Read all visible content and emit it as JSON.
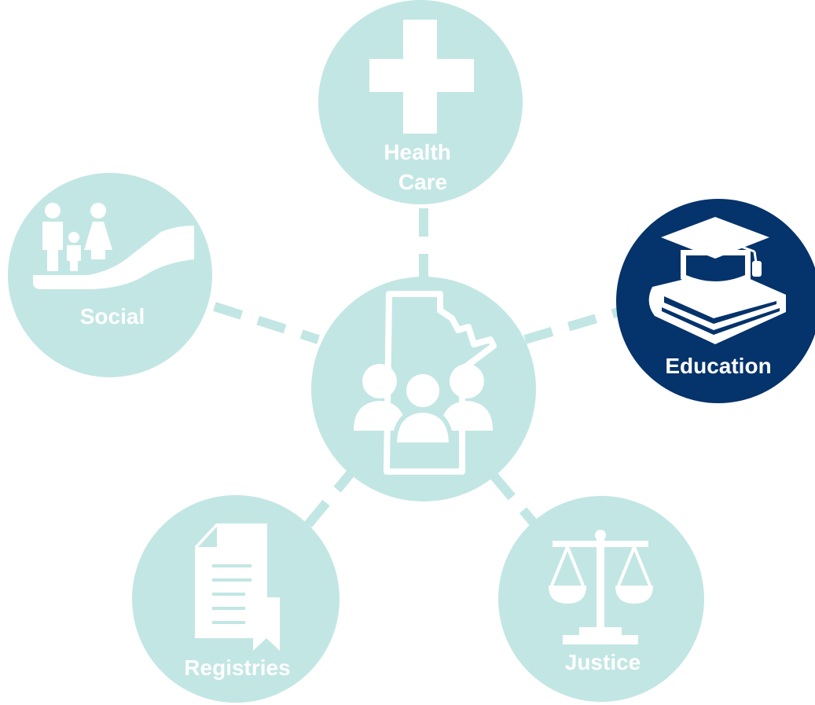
{
  "colors": {
    "node_fill": "#c2e6e4",
    "node_icon": "#ffffff",
    "active_fill": "#05336b",
    "active_icon": "#ffffff",
    "connector": "#c2e6e4",
    "background": "#ffffff"
  },
  "center": {
    "icon": "manitoba-people-icon"
  },
  "nodes": [
    {
      "id": "health-care",
      "label_lines": [
        "Health",
        "Care"
      ],
      "icon": "medical-cross-icon",
      "active": false
    },
    {
      "id": "social",
      "label_lines": [
        "Social"
      ],
      "icon": "family-hand-icon",
      "active": false
    },
    {
      "id": "education",
      "label_lines": [
        "Education"
      ],
      "icon": "graduation-cap-book-icon",
      "active": true
    },
    {
      "id": "registries",
      "label_lines": [
        "Registries"
      ],
      "icon": "document-bookmark-icon",
      "active": false
    },
    {
      "id": "justice",
      "label_lines": [
        "Justice"
      ],
      "icon": "scales-of-justice-icon",
      "active": false
    }
  ]
}
